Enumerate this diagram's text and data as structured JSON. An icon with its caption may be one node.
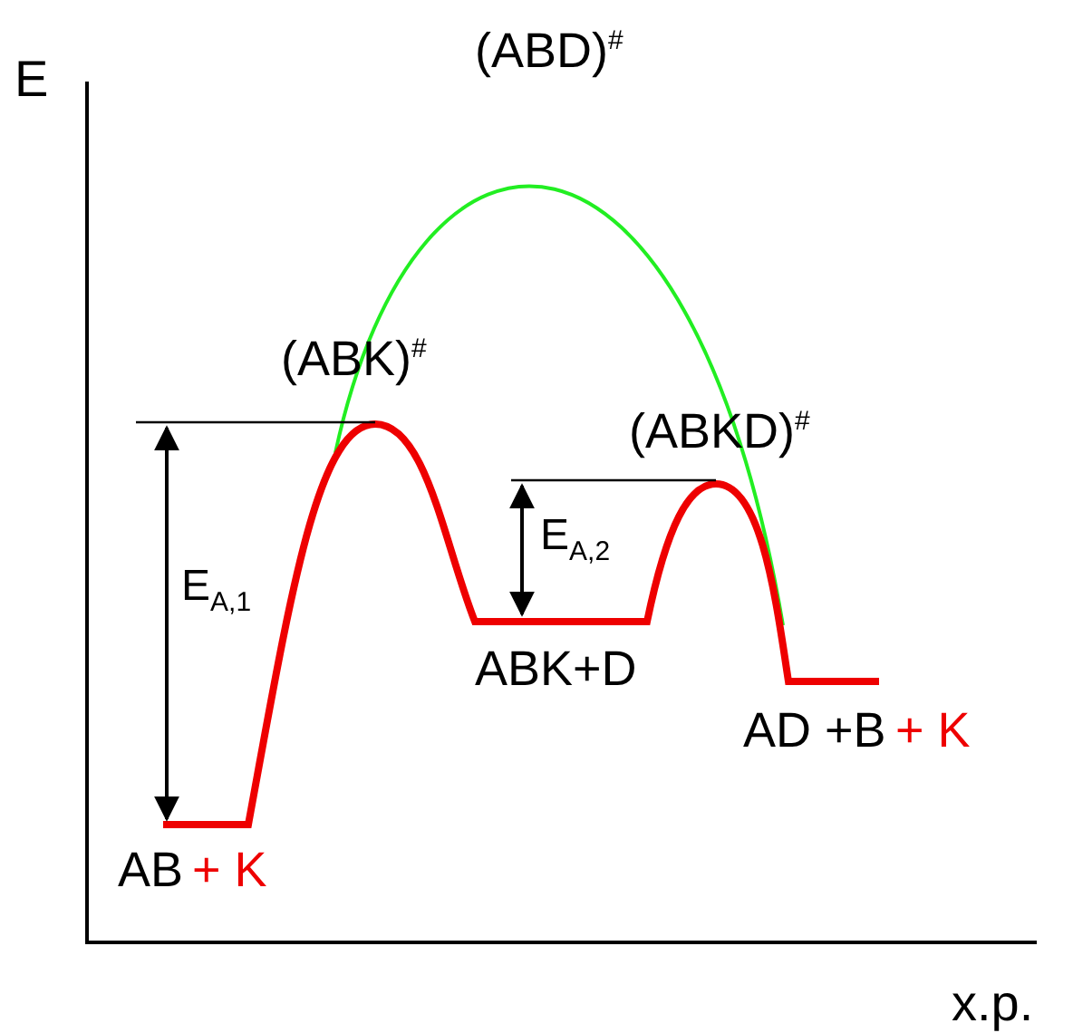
{
  "diagram": {
    "labels": [
      "E",
      "(ABD)$^{#}$",
      "(ABK)$^{#}$",
      "(ABKD)$^{#}$",
      "E$_{A,1}$",
      "E$_{A,2}$",
      "ABK+D",
      "AD +B",
      "+ K",
      "AB",
      "+ K",
      "x.p."
    ]
  }
}
